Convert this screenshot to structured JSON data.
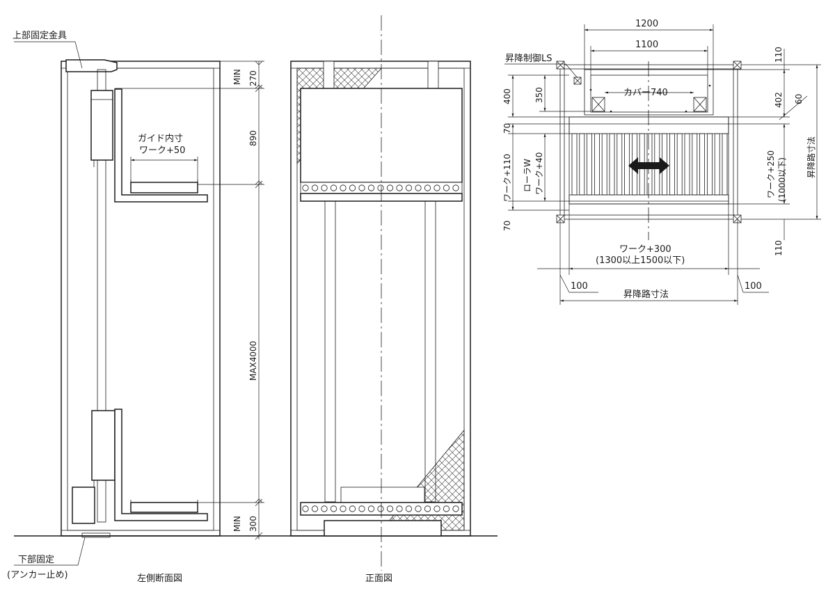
{
  "callouts": {
    "top_bracket": "上部固定金具",
    "bottom_fix_line1": "下部固定",
    "bottom_fix_line2": "(アンカー止め)",
    "guide_line1": "ガイド内寸",
    "guide_line2": "ワーク+50",
    "lift_ls": "昇降制御LS",
    "cover": "カバー740"
  },
  "captions": {
    "side_view": "左側断面図",
    "front_view": "正面図"
  },
  "side_dims": {
    "top_min_1": "MIN",
    "top_min_2": "270",
    "upper": "890",
    "max_height": "MAX4000",
    "bottom_min_1": "MIN",
    "bottom_min_2": "300"
  },
  "plan_dims": {
    "width_1200": "1200",
    "width_1100": "1100",
    "h400": "400",
    "h350": "350",
    "h70_top": "70",
    "h70_bottom": "70",
    "work_110": "ワーク+110",
    "roller_w": "ローラW",
    "work_40": "ワーク+40",
    "d110_top": "110",
    "d402": "402",
    "d60": "60",
    "work_250": "ワーク+250",
    "work_250_note": "(1000以下)",
    "d110_bottom": "110",
    "shaft_right": "昇降路寸法",
    "work_300": "ワーク+300",
    "work_300_note": "(1300以上1500以下)",
    "off_100_left": "100",
    "off_100_right": "100",
    "shaft_bottom": "昇降路寸法"
  }
}
